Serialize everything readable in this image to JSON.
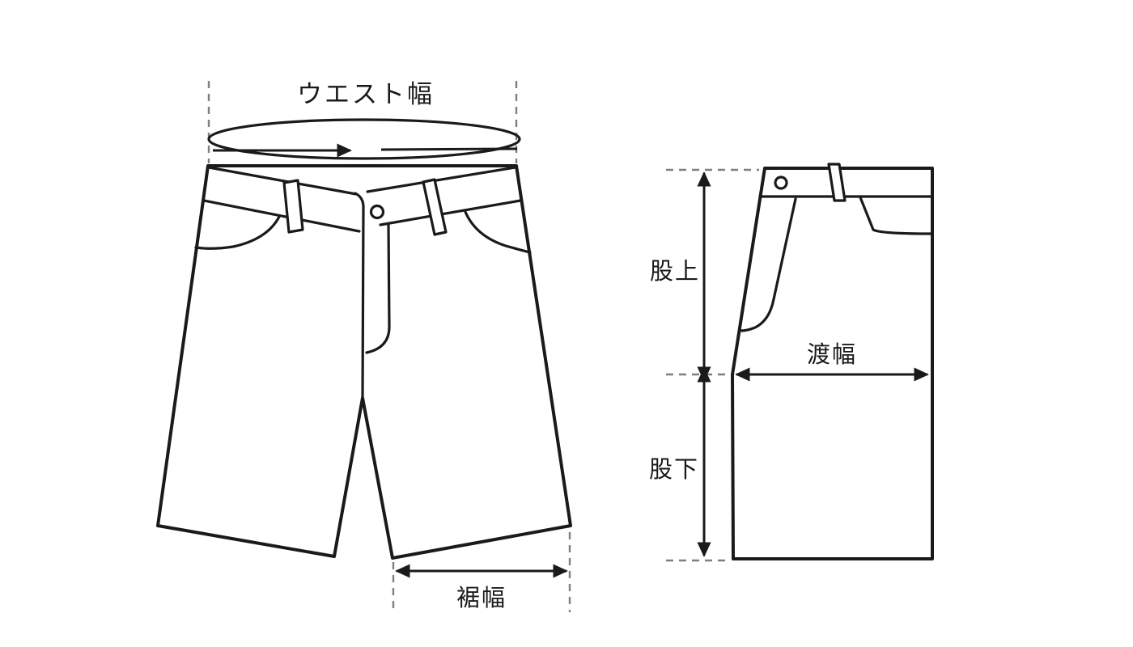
{
  "diagram": {
    "type": "garment-size-measurement-guide",
    "garment": "shorts",
    "colors": {
      "outline": "#1a1a1a",
      "guide_dash": "#7f7f7f",
      "background": "#ffffff"
    },
    "views": {
      "front": {
        "name": "front-view-shorts",
        "measurements": {
          "waist_width": {
            "id": "waist-width",
            "label": "ウエスト幅"
          },
          "hem_width": {
            "id": "hem-width",
            "label": "裾幅"
          }
        }
      },
      "side": {
        "name": "side-view-leg",
        "measurements": {
          "rise": {
            "id": "rise",
            "label": "股上"
          },
          "thigh_width": {
            "id": "thigh-width",
            "label": "渡幅"
          },
          "inseam": {
            "id": "inseam",
            "label": "股下"
          }
        }
      }
    }
  }
}
